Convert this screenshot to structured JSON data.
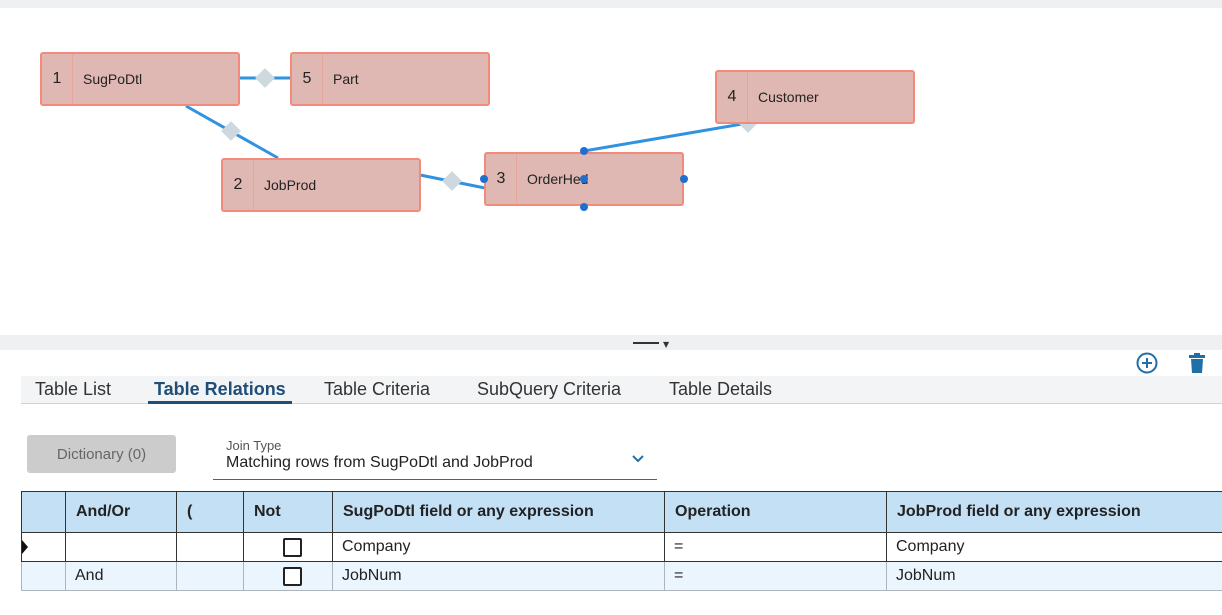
{
  "diagram": {
    "tables": [
      {
        "num": "1",
        "name": "SugPoDtl"
      },
      {
        "num": "5",
        "name": "Part"
      },
      {
        "num": "4",
        "name": "Customer"
      },
      {
        "num": "2",
        "name": "JobProd"
      },
      {
        "num": "3",
        "name": "OrderHed"
      }
    ],
    "link_color": "#2f93e0",
    "node_fill": "#e0b8b3",
    "node_border": "#f28b7b"
  },
  "actions": {
    "add_icon": "plus-circle-icon",
    "delete_icon": "trash-icon",
    "up_icon": "arrow-up-icon"
  },
  "tabs": [
    {
      "label": "Table List",
      "active": false
    },
    {
      "label": "Table Relations",
      "active": true
    },
    {
      "label": "Table Criteria",
      "active": false
    },
    {
      "label": "SubQuery Criteria",
      "active": false
    },
    {
      "label": "Table Details",
      "active": false
    }
  ],
  "dictionary_button": "Dictionary (0)",
  "join_type": {
    "label": "Join Type",
    "value": "Matching rows from SugPoDtl and JobProd"
  },
  "grid": {
    "columns": [
      "",
      "And/Or",
      "(",
      "Not",
      "SugPoDtl field or any expression",
      "Operation",
      "JobProd field or any expression"
    ],
    "rows": [
      {
        "and_or": "",
        "paren": "",
        "not": false,
        "left": "Company",
        "op": "=",
        "right": "Company"
      },
      {
        "and_or": "And",
        "paren": "",
        "not": false,
        "left": "JobNum",
        "op": "=",
        "right": "JobNum"
      }
    ]
  }
}
